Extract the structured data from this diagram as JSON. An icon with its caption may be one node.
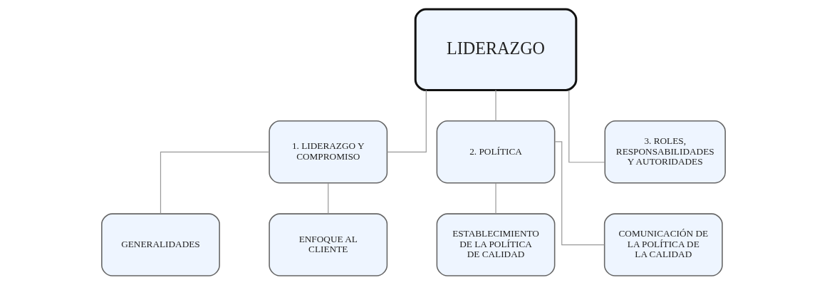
{
  "diagram": {
    "nodes": [
      {
        "text": [
          "LIDERAZGO"
        ]
      },
      {
        "text": [
          "1. LIDERAZGO Y COMPROMISO"
        ]
      },
      {
        "text": [
          "2. POLÍTICA"
        ]
      },
      {
        "text": [
          "3. ROLES, RESPONSABILIDADES Y AUTORIDADES"
        ]
      },
      {
        "text": [
          "GENERALIDADES"
        ]
      },
      {
        "text": [
          "ENFOQUE AL CLIENTE"
        ]
      },
      {
        "text": [
          "ESTABLECIMIENTO DE LA POLÍTICA DE CALIDAD"
        ]
      },
      {
        "text": [
          "COMUNICACIÓN DE LA POLÍTICA DE LA CALIDAD"
        ]
      }
    ],
    "edges": [
      {
        "from": 0,
        "to": 1,
        "arrow": "none"
      },
      {
        "from": 0,
        "to": 2,
        "arrow": "none"
      },
      {
        "from": 0,
        "to": 3,
        "arrow": "none"
      },
      {
        "from": 1,
        "to": 4,
        "arrow": "none"
      },
      {
        "from": 1,
        "to": 5,
        "arrow": "none"
      },
      {
        "from": 2,
        "to": 6,
        "arrow": "none"
      },
      {
        "from": 2,
        "to": 7,
        "arrow": "none"
      }
    ]
  }
}
